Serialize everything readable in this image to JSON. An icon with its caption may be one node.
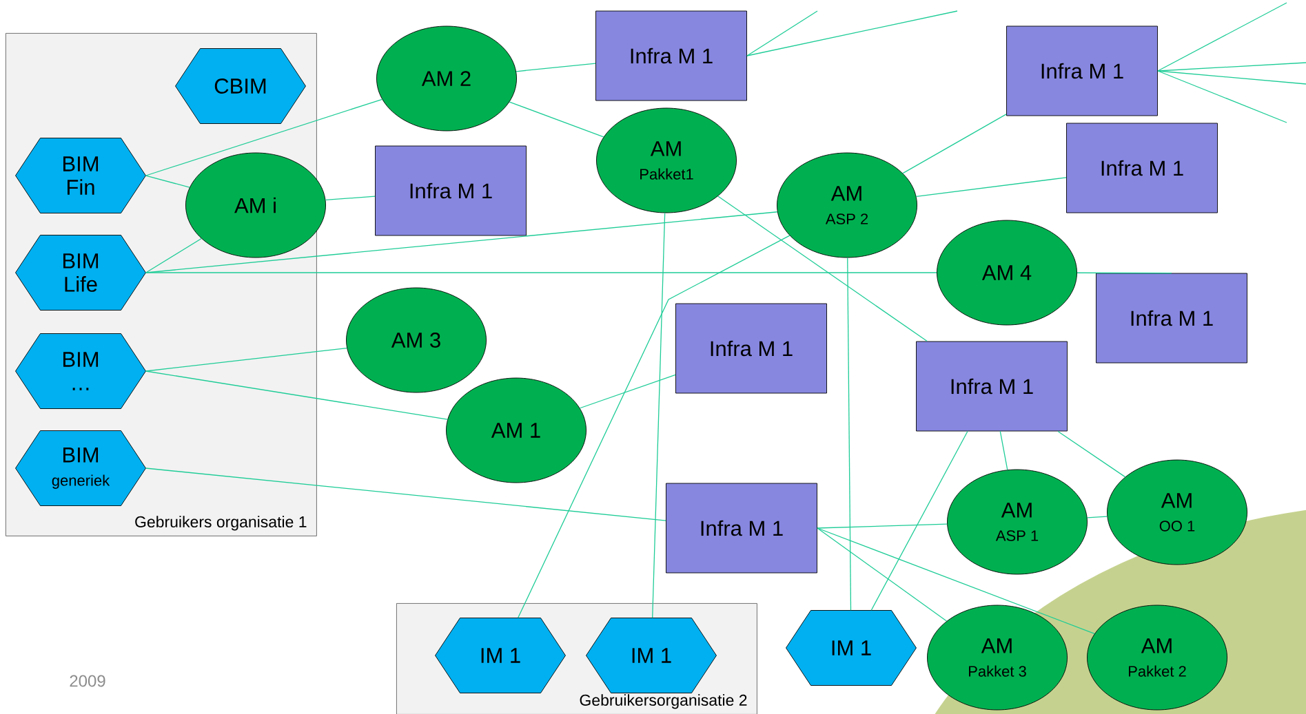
{
  "diagram": {
    "nodes": [
      {
        "text": [
          "Gebruikers organisatie 1"
        ]
      },
      {
        "text": [
          "CBIM"
        ],
        "in": 0
      },
      {
        "text": [
          "BIM",
          "Fin"
        ],
        "in": 0
      },
      {
        "text": [
          "BIM",
          "Life"
        ],
        "in": 0
      },
      {
        "text": [
          "BIM",
          "…"
        ],
        "in": 0
      },
      {
        "text": [
          "BIM",
          "generiek"
        ],
        "in": 0
      },
      {
        "text": [
          "AM i"
        ]
      },
      {
        "text": [
          "AM 2"
        ]
      },
      {
        "text": [
          "Infra M 1"
        ]
      },
      {
        "text": [
          "Infra M 1"
        ]
      },
      {
        "text": [
          "AM",
          "Pakket1"
        ]
      },
      {
        "text": [
          "Infra M 1"
        ]
      },
      {
        "text": [
          "AM",
          "ASP 2"
        ]
      },
      {
        "text": [
          "Infra M 1"
        ]
      },
      {
        "text": [
          "AM 4"
        ]
      },
      {
        "text": [
          "AM 3"
        ]
      },
      {
        "text": [
          "Infra M 1"
        ]
      },
      {
        "text": [
          "Infra M 1"
        ]
      },
      {
        "text": [
          "Infra M 1"
        ]
      },
      {
        "text": [
          "AM 1"
        ]
      },
      {
        "text": [
          "Infra M 1"
        ]
      },
      {
        "text": [
          "AM",
          "ASP 1"
        ]
      },
      {
        "text": [
          "AM",
          "OO 1"
        ]
      },
      {
        "text": [
          "Gebruikersorganisatie 2"
        ]
      },
      {
        "text": [
          "IM 1"
        ],
        "in": 23
      },
      {
        "text": [
          "IM 1"
        ],
        "in": 23
      },
      {
        "text": [
          "IM 1"
        ]
      },
      {
        "text": [
          "AM",
          "Pakket 3"
        ]
      },
      {
        "text": [
          "AM",
          "Pakket 2"
        ]
      }
    ],
    "edges": [
      {
        "from": 2,
        "to": 7,
        "arrow": "none"
      },
      {
        "from": 2,
        "to": 6,
        "arrow": "none"
      },
      {
        "from": 3,
        "to": 6,
        "arrow": "none"
      },
      {
        "from": 3,
        "to": 12,
        "arrow": "none"
      },
      {
        "from": 3,
        "to": 14,
        "arrow": "none"
      },
      {
        "from": 4,
        "to": 15,
        "arrow": "none"
      },
      {
        "from": 4,
        "to": 19,
        "arrow": "none"
      },
      {
        "from": 5,
        "to": 20,
        "arrow": "none"
      },
      {
        "from": 6,
        "to": 9,
        "arrow": "none"
      },
      {
        "from": 7,
        "to": 8,
        "arrow": "none"
      },
      {
        "from": 7,
        "to": 10,
        "arrow": "none"
      },
      {
        "from": 10,
        "to": 25,
        "arrow": "none"
      },
      {
        "from": 10,
        "to": 18,
        "arrow": "none"
      },
      {
        "from": 12,
        "to": 11,
        "arrow": "none"
      },
      {
        "from": 12,
        "to": 13,
        "arrow": "none"
      },
      {
        "from": 12,
        "to": 24,
        "arrow": "none"
      },
      {
        "from": 12,
        "to": 26,
        "arrow": "none"
      },
      {
        "from": 14,
        "to": 17,
        "arrow": "none"
      },
      {
        "from": 19,
        "to": 16,
        "arrow": "none"
      },
      {
        "from": 18,
        "to": 21,
        "arrow": "none"
      },
      {
        "from": 18,
        "to": 22,
        "arrow": "none"
      },
      {
        "from": 18,
        "to": 26,
        "arrow": "none"
      },
      {
        "from": 20,
        "to": 21,
        "arrow": "none"
      },
      {
        "from": 20,
        "to": 27,
        "arrow": "none"
      },
      {
        "from": 20,
        "to": 28,
        "arrow": "none"
      },
      {
        "from": 21,
        "to": 22,
        "arrow": "none"
      },
      {
        "from": 8,
        "to": null,
        "arrow": "none"
      },
      {
        "from": 8,
        "to": null,
        "arrow": "none"
      },
      {
        "from": 11,
        "to": null,
        "arrow": "none"
      },
      {
        "from": 11,
        "to": null,
        "arrow": "none"
      },
      {
        "from": 11,
        "to": null,
        "arrow": "none"
      },
      {
        "from": 11,
        "to": null,
        "arrow": "none"
      }
    ],
    "labels": [
      "2009"
    ]
  }
}
